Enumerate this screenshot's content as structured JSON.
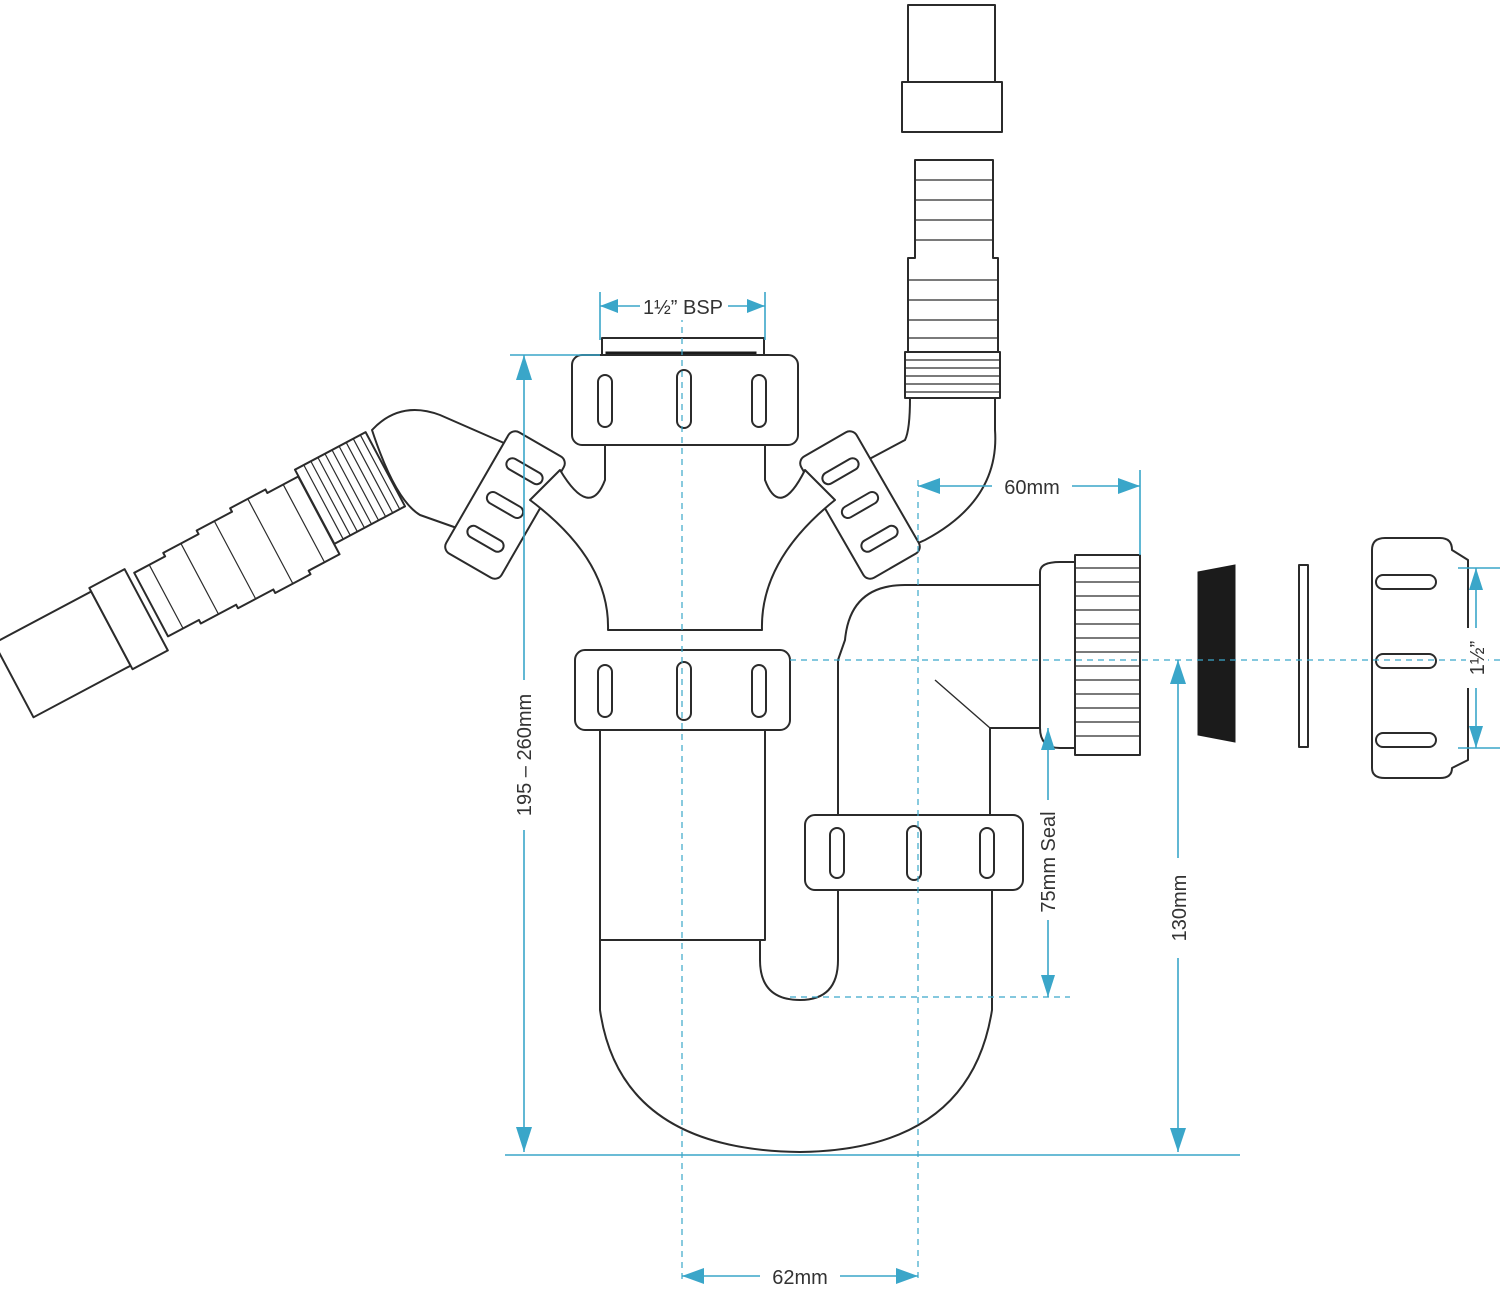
{
  "colors": {
    "outline": "#2b2b2b",
    "dimension": "#3aa6c9",
    "seal": "#1b1b1b",
    "background": "#ffffff"
  },
  "dimensions": {
    "top_thread": "1½” BSP",
    "branch_offset": "60mm",
    "outlet_size": "1½”",
    "height_range": "195 – 260mm",
    "water_seal": "75mm Seal",
    "outlet_height": "130mm",
    "trap_offset": "62mm"
  }
}
